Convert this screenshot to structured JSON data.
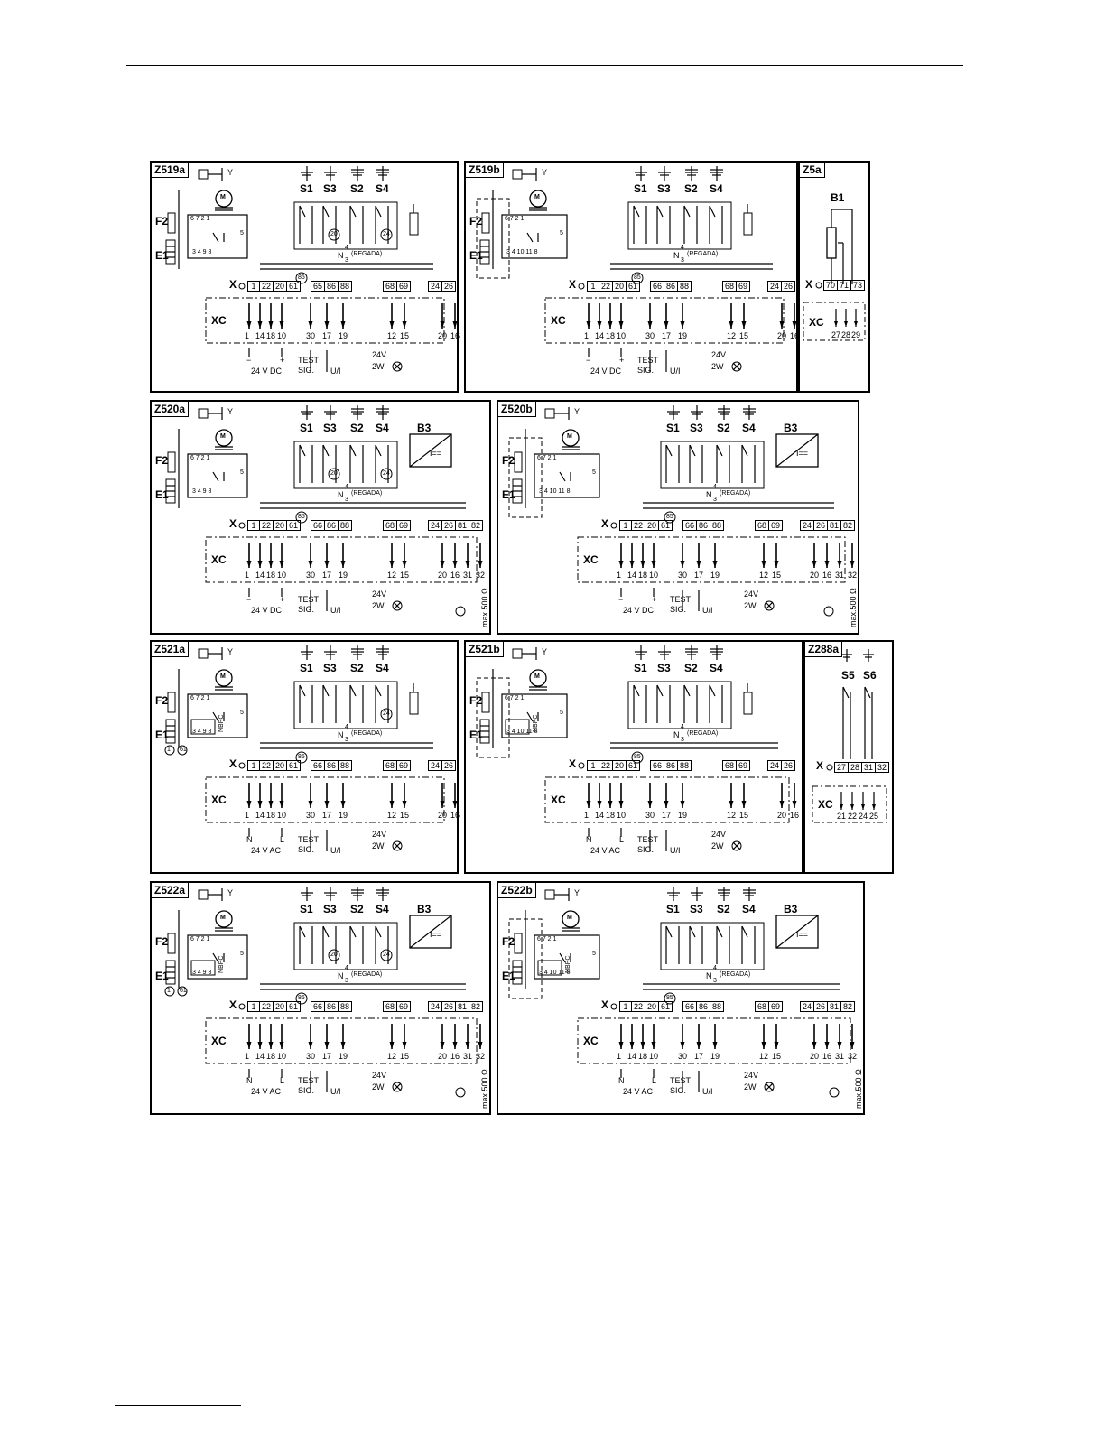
{
  "panels": [
    {
      "id": "Z519a",
      "title": "Z519a",
      "switches": [
        "S1",
        "S3",
        "S2",
        "S4"
      ],
      "left_labels": [
        "F2",
        "E1"
      ],
      "relay_nums_top": "6 7 2 1",
      "relay_nums_bottom": "3 4   9 8",
      "relay_side": "5",
      "markers": [
        "20",
        "24",
        "85"
      ],
      "bus_label": "N",
      "bus_sub": "3",
      "bus_sup": "4",
      "bus_note": "(REGADA)",
      "x_label": "X",
      "x_terminals_1": [
        "1",
        "22",
        "20",
        "61"
      ],
      "x_terminals_2": [
        "65",
        "86",
        "88"
      ],
      "x_terminals_3": [
        "68",
        "69"
      ],
      "x_terminals_4": [
        "24",
        "26"
      ],
      "xc_label": "XC",
      "xc_numbers": [
        "1",
        "14",
        "18",
        "10",
        "30",
        "17",
        "19",
        "12",
        "15",
        "20",
        "16"
      ],
      "supply": "24  V DC",
      "supply_signs": [
        "−",
        "+"
      ],
      "test": "TEST",
      "sig": "SIG.",
      "ui": "U/I",
      "lamp_v": "24V",
      "lamp_w": "2W"
    },
    {
      "id": "Z519b",
      "title": "Z519b",
      "switches": [
        "S1",
        "S3",
        "S2",
        "S4"
      ],
      "left_labels": [
        "F2",
        "E1"
      ],
      "relay_nums_top": "6 7 2 1",
      "relay_nums_bottom": "3 4 10 11 8",
      "relay_side": "5",
      "markers": [
        "85"
      ],
      "bus_label": "N",
      "bus_sub": "3",
      "bus_sup": "4",
      "bus_note": "(REGADA)",
      "x_label": "X",
      "x_terminals_1": [
        "1",
        "22",
        "20",
        "61"
      ],
      "x_terminals_2": [
        "66",
        "86",
        "88"
      ],
      "x_terminals_3": [
        "68",
        "69"
      ],
      "x_terminals_4": [
        "24",
        "26"
      ],
      "xc_label": "XC",
      "xc_numbers": [
        "1",
        "14",
        "18",
        "10",
        "30",
        "17",
        "19",
        "12",
        "15",
        "20",
        "16"
      ],
      "supply": "24  V DC",
      "supply_signs": [
        "−",
        "+"
      ],
      "test": "TEST",
      "sig": "SIG.",
      "ui": "U/I",
      "lamp_v": "24V",
      "lamp_w": "2W"
    },
    {
      "id": "Z5a",
      "title": "Z5a",
      "sensor": "B1",
      "x_label": "X",
      "x_terminals_1": [
        "70",
        "71",
        "73"
      ],
      "xc_label": "XC",
      "xc_numbers": [
        "27",
        "28",
        "29"
      ]
    },
    {
      "id": "Z520a",
      "title": "Z520a",
      "switches": [
        "S1",
        "S3",
        "S2",
        "S4"
      ],
      "sensor": "B3",
      "transducer": "I==",
      "left_labels": [
        "F2",
        "E1"
      ],
      "relay_nums_top": "6 7 2 1",
      "relay_nums_bottom": "3 4   9 8",
      "relay_side": "5",
      "markers": [
        "20",
        "24",
        "85"
      ],
      "bus_label": "N",
      "bus_sub": "3",
      "bus_sup": "4",
      "bus_note": "(REGADA)",
      "x_label": "X",
      "x_terminals_1": [
        "1",
        "22",
        "20",
        "61"
      ],
      "x_terminals_2": [
        "66",
        "86",
        "88"
      ],
      "x_terminals_3": [
        "68",
        "69"
      ],
      "x_terminals_4": [
        "24",
        "26",
        "81",
        "82"
      ],
      "xc_label": "XC",
      "xc_numbers": [
        "1",
        "14",
        "18",
        "10",
        "30",
        "17",
        "19",
        "12",
        "15",
        "20",
        "16",
        "31",
        "32"
      ],
      "supply": "24  V DC",
      "supply_signs": [
        "−",
        "+"
      ],
      "test": "TEST",
      "sig": "SIG.",
      "ui": "U/I",
      "lamp_v": "24V",
      "lamp_w": "2W",
      "max": "max.500 Ω"
    },
    {
      "id": "Z520b",
      "title": "Z520b",
      "switches": [
        "S1",
        "S3",
        "S2",
        "S4"
      ],
      "sensor": "B3",
      "transducer": "I==",
      "left_labels": [
        "F2",
        "E1"
      ],
      "relay_nums_top": "6 7 2 1",
      "relay_nums_bottom": "3 4 10 11 8",
      "relay_side": "5",
      "markers": [
        "85"
      ],
      "bus_label": "N",
      "bus_sub": "3",
      "bus_sup": "4",
      "bus_note": "(REGADA)",
      "x_label": "X",
      "x_terminals_1": [
        "1",
        "22",
        "20",
        "61"
      ],
      "x_terminals_2": [
        "66",
        "86",
        "88"
      ],
      "x_terminals_3": [
        "68",
        "69"
      ],
      "x_terminals_4": [
        "24",
        "26",
        "81",
        "82"
      ],
      "xc_label": "XC",
      "xc_numbers": [
        "1",
        "14",
        "18",
        "10",
        "30",
        "17",
        "19",
        "12",
        "15",
        "20",
        "16",
        "31",
        "32"
      ],
      "supply": "24  V DC",
      "supply_signs": [
        "−",
        "+"
      ],
      "test": "TEST",
      "sig": "SIG.",
      "ui": "U/I",
      "lamp_v": "24V",
      "lamp_w": "2W",
      "max": "max.500 Ω"
    },
    {
      "id": "Z521a",
      "title": "Z521a",
      "switches": [
        "S1",
        "S3",
        "S2",
        "S4"
      ],
      "left_labels": [
        "F2",
        "E1"
      ],
      "left_circles": [
        "1",
        "61"
      ],
      "relay_nums_top": "6 7 2 1",
      "relay_nums_bottom": "3 4   9 8",
      "relay_side": "5",
      "nbpc": "NBPC",
      "markers": [
        "24",
        "85"
      ],
      "bus_label": "N",
      "bus_sub": "3",
      "bus_sup": "4",
      "bus_note": "(REGADA)",
      "x_label": "X",
      "x_terminals_1": [
        "1",
        "22",
        "20",
        "61"
      ],
      "x_terminals_2": [
        "66",
        "86",
        "88"
      ],
      "x_terminals_3": [
        "68",
        "69"
      ],
      "x_terminals_4": [
        "24",
        "26"
      ],
      "xc_label": "XC",
      "xc_numbers": [
        "1",
        "14",
        "18",
        "10",
        "30",
        "17",
        "19",
        "12",
        "15",
        "20",
        "16"
      ],
      "supply": "24  V AC",
      "supply_signs": [
        "N",
        "L"
      ],
      "test": "TEST",
      "sig": "SIG.",
      "ui": "U/I",
      "lamp_v": "24V",
      "lamp_w": "2W"
    },
    {
      "id": "Z521b",
      "title": "Z521b",
      "switches": [
        "S1",
        "S3",
        "S2",
        "S4"
      ],
      "left_labels": [
        "F2",
        "E1"
      ],
      "relay_nums_top": "6 7 2 1",
      "relay_nums_bottom": "3 4 10 11 8",
      "relay_side": "5",
      "nbpc": "NBPC",
      "markers": [
        "85"
      ],
      "bus_label": "N",
      "bus_sub": "3",
      "bus_sup": "4",
      "bus_note": "(REGADA)",
      "x_label": "X",
      "x_terminals_1": [
        "1",
        "22",
        "20",
        "61"
      ],
      "x_terminals_2": [
        "66",
        "86",
        "88"
      ],
      "x_terminals_3": [
        "68",
        "69"
      ],
      "x_terminals_4": [
        "24",
        "26"
      ],
      "xc_label": "XC",
      "xc_numbers": [
        "1",
        "14",
        "18",
        "10",
        "30",
        "17",
        "19",
        "12",
        "15",
        "20",
        "16"
      ],
      "supply": "24  V AC",
      "supply_signs": [
        "N",
        "L"
      ],
      "test": "TEST",
      "sig": "SIG.",
      "ui": "U/I",
      "lamp_v": "24V",
      "lamp_w": "2W"
    },
    {
      "id": "Z288a",
      "title": "Z288a",
      "switches": [
        "S5",
        "S6"
      ],
      "x_label": "X",
      "x_terminals_1": [
        "27",
        "28",
        "31",
        "32"
      ],
      "xc_label": "XC",
      "xc_numbers": [
        "21",
        "22",
        "24",
        "25"
      ]
    },
    {
      "id": "Z522a",
      "title": "Z522a",
      "switches": [
        "S1",
        "S3",
        "S2",
        "S4"
      ],
      "sensor": "B3",
      "transducer": "I==",
      "left_labels": [
        "F2",
        "E1"
      ],
      "left_circles": [
        "1",
        "61"
      ],
      "relay_nums_top": "6 7 2 1",
      "relay_nums_bottom": "3 4   9 8",
      "relay_side": "5",
      "nbpc": "NBPC",
      "markers": [
        "20",
        "24",
        "85"
      ],
      "bus_label": "N",
      "bus_sub": "3",
      "bus_sup": "4",
      "bus_note": "(REGADA)",
      "x_label": "X",
      "x_terminals_1": [
        "1",
        "22",
        "20",
        "61"
      ],
      "x_terminals_2": [
        "66",
        "86",
        "88"
      ],
      "x_terminals_3": [
        "68",
        "69"
      ],
      "x_terminals_4": [
        "24",
        "26",
        "81",
        "82"
      ],
      "xc_label": "XC",
      "xc_numbers": [
        "1",
        "14",
        "18",
        "10",
        "30",
        "17",
        "19",
        "12",
        "15",
        "20",
        "16",
        "31",
        "32"
      ],
      "supply": "24  V AC",
      "supply_signs": [
        "N",
        "L"
      ],
      "test": "TEST",
      "sig": "SIG.",
      "ui": "U/I",
      "lamp_v": "24V",
      "lamp_w": "2W",
      "max": "max.500 Ω"
    },
    {
      "id": "Z522b",
      "title": "Z522b",
      "switches": [
        "S1",
        "S3",
        "S2",
        "S4"
      ],
      "sensor": "B3",
      "transducer": "I==",
      "left_labels": [
        "F2",
        "E1"
      ],
      "relay_nums_top": "6 7 2 1",
      "relay_nums_bottom": "3 4 10 11 8",
      "relay_side": "5",
      "nbpc": "NBPC",
      "markers": [
        "85"
      ],
      "bus_label": "N",
      "bus_sub": "3",
      "bus_sup": "4",
      "bus_note": "(REGADA)",
      "x_label": "X",
      "x_terminals_1": [
        "1",
        "22",
        "20",
        "61"
      ],
      "x_terminals_2": [
        "66",
        "86",
        "88"
      ],
      "x_terminals_3": [
        "68",
        "69"
      ],
      "x_terminals_4": [
        "24",
        "26",
        "81",
        "82"
      ],
      "xc_label": "XC",
      "xc_numbers": [
        "1",
        "14",
        "18",
        "10",
        "30",
        "17",
        "19",
        "12",
        "15",
        "20",
        "16",
        "31",
        "32"
      ],
      "supply": "24  V AC",
      "supply_signs": [
        "N",
        "L"
      ],
      "test": "TEST",
      "sig": "SIG.",
      "ui": "U/I",
      "lamp_v": "24V",
      "lamp_w": "2W",
      "max": "max.500 Ω"
    }
  ]
}
